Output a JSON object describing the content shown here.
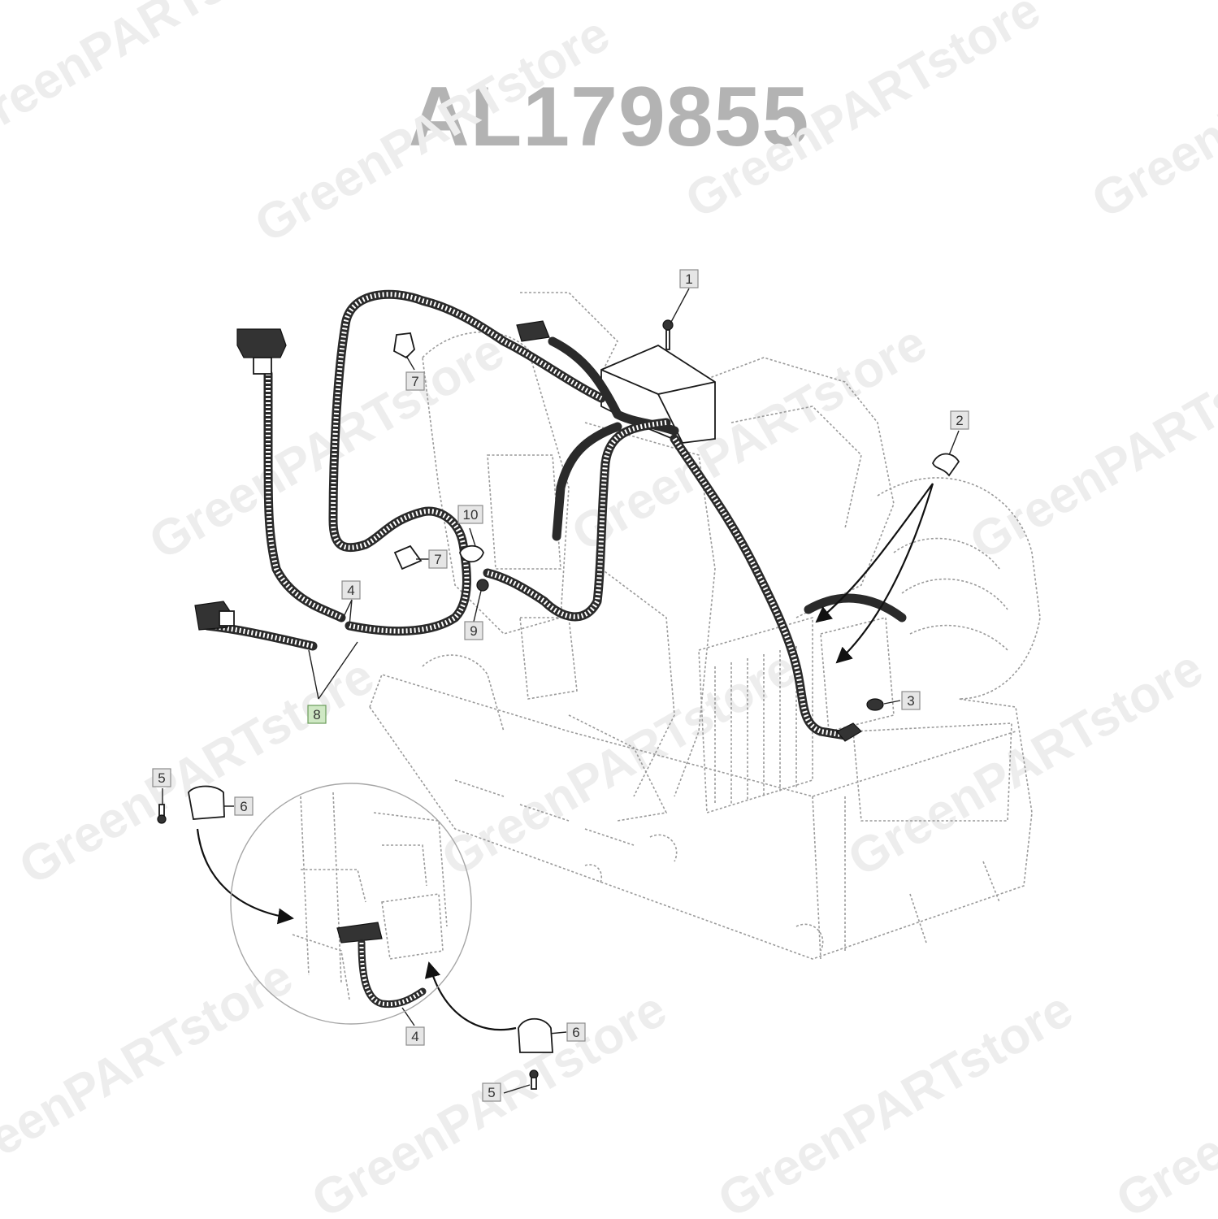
{
  "title": "AL179855",
  "watermark": "GreenPARTstore",
  "callouts": [
    {
      "id": "c1",
      "label": "1"
    },
    {
      "id": "c2",
      "label": "2"
    },
    {
      "id": "c3",
      "label": "3"
    },
    {
      "id": "c4a",
      "label": "4"
    },
    {
      "id": "c4b",
      "label": "4"
    },
    {
      "id": "c5a",
      "label": "5"
    },
    {
      "id": "c5b",
      "label": "5"
    },
    {
      "id": "c6a",
      "label": "6"
    },
    {
      "id": "c6b",
      "label": "6"
    },
    {
      "id": "c7a",
      "label": "7"
    },
    {
      "id": "c7b",
      "label": "7"
    },
    {
      "id": "c8",
      "label": "8",
      "highlighted": true
    },
    {
      "id": "c9",
      "label": "9"
    },
    {
      "id": "c10",
      "label": "10"
    }
  ],
  "colors": {
    "title": "#b3b3b3",
    "watermark": "#ededed",
    "callout_fill": "#e6e6e6",
    "callout_highlight": "#cfe8c4"
  }
}
